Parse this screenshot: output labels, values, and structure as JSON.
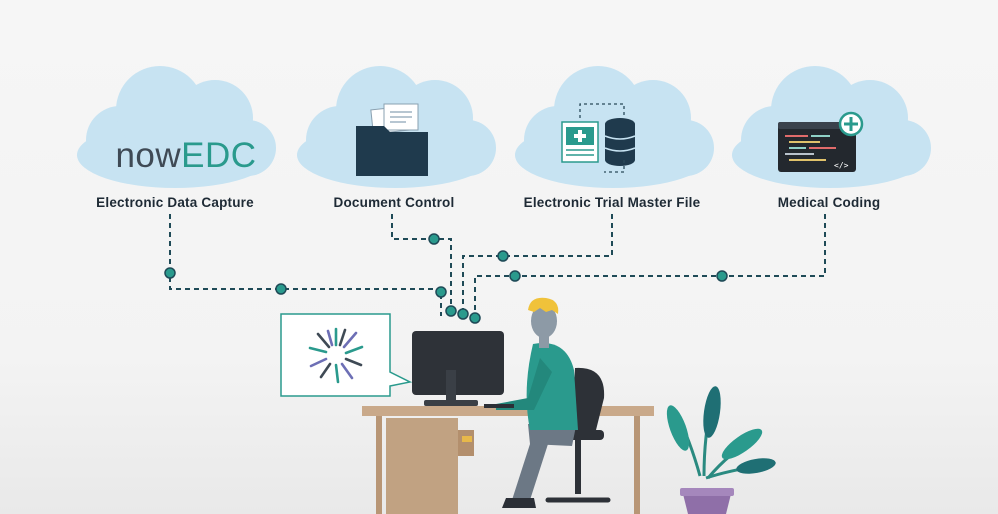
{
  "clouds": [
    {
      "id": "edc",
      "logo_prefix": "now",
      "logo_suffix": "EDC",
      "label": "Electronic Data Capture"
    },
    {
      "id": "doc",
      "label": "Document Control"
    },
    {
      "id": "etmf",
      "label": "Electronic Trial Master File"
    },
    {
      "id": "coding",
      "label": "Medical Coding"
    }
  ],
  "colors": {
    "cloud": "#c7e3f2",
    "cloud_outline": "#b6d8ea",
    "connector": "#1f4a57",
    "node": "#2a9a8d",
    "accent": "#2a9a8d",
    "dark": "#2b2f36"
  }
}
